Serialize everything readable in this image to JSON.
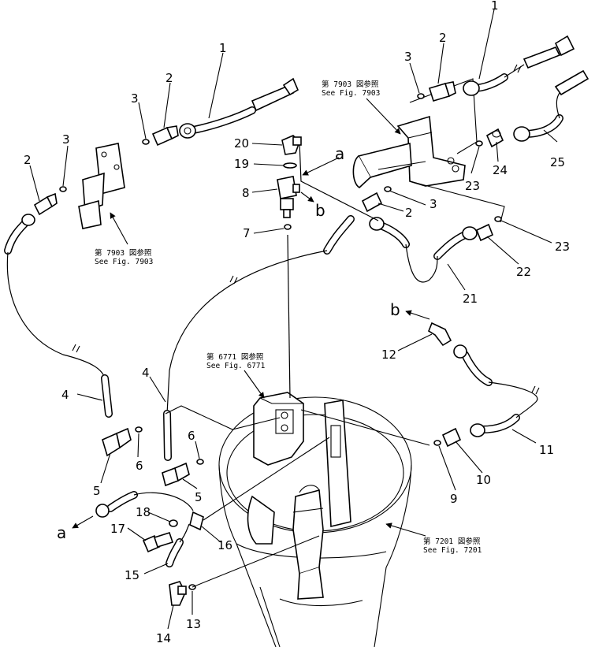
{
  "references": {
    "fig7903_top": {
      "jp": "第 7903 図参照",
      "en": "See Fig. 7903"
    },
    "fig7903_left": {
      "jp": "第 7903 図参照",
      "en": "See Fig. 7903"
    },
    "fig6771": {
      "jp": "第 6771 図参照",
      "en": "See Fig. 6771"
    },
    "fig7201": {
      "jp": "第 7201 図参照",
      "en": "See Fig. 7201"
    }
  },
  "connectors": {
    "a1": "a",
    "a2": "a",
    "b1": "b",
    "b2": "b"
  },
  "callouts": {
    "c1a": "1",
    "c1b": "1",
    "c2a": "2",
    "c2b": "2",
    "c2c": "2",
    "c2d": "2",
    "c3a": "3",
    "c3b": "3",
    "c3c": "3",
    "c3d": "3",
    "c4a": "4",
    "c4b": "4",
    "c5a": "5",
    "c5b": "5",
    "c6a": "6",
    "c6b": "6",
    "c7": "7",
    "c8": "8",
    "c9": "9",
    "c10": "10",
    "c11": "11",
    "c12": "12",
    "c13": "13",
    "c14": "14",
    "c15": "15",
    "c16": "16",
    "c17": "17",
    "c18": "18",
    "c19": "19",
    "c20": "20",
    "c21": "21",
    "c22": "22",
    "c23a": "23",
    "c23b": "23",
    "c24": "24",
    "c25": "25"
  }
}
